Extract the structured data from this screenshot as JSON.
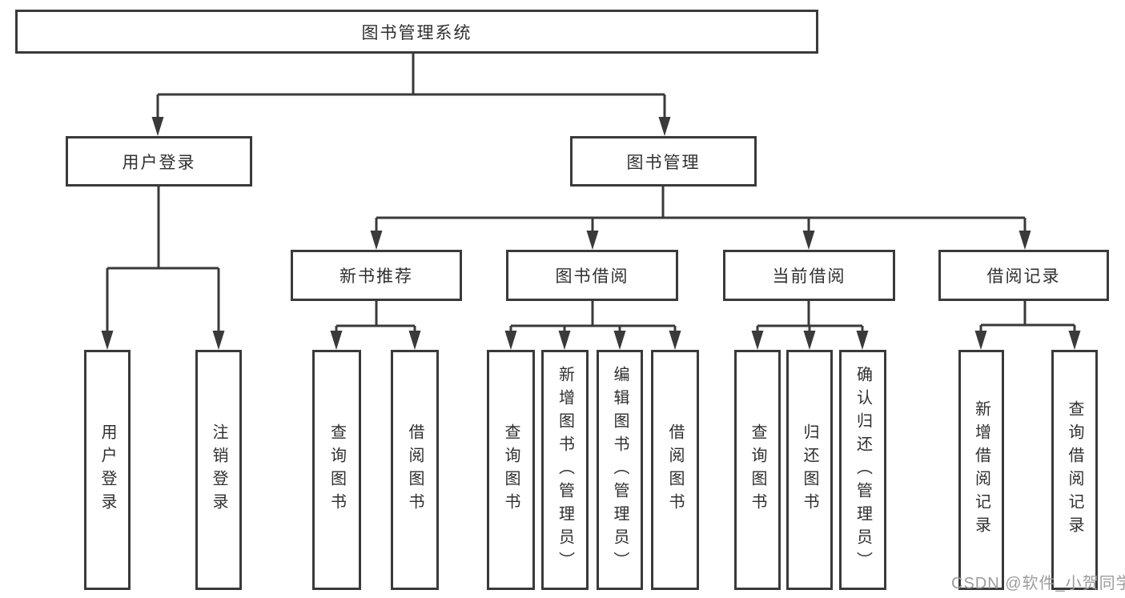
{
  "colors": {
    "line": "#3a3a3a",
    "box_border": "#3a3a3a",
    "text": "#2f2f2f",
    "watermark": "#9c9c9c",
    "background": "#ffffff"
  },
  "tree": {
    "root": {
      "label": "图书管理系统"
    },
    "branches": [
      {
        "label": "用户登录",
        "leaves": [
          {
            "label": "用户登录"
          },
          {
            "label": "注销登录"
          }
        ]
      },
      {
        "label": "图书管理",
        "groups": [
          {
            "label": "新书推荐",
            "leaves": [
              {
                "label": "查询图书"
              },
              {
                "label": "借阅图书"
              }
            ]
          },
          {
            "label": "图书借阅",
            "leaves": [
              {
                "label": "查询图书"
              },
              {
                "label": "新增图书（管理员）"
              },
              {
                "label": "编辑图书（管理员）"
              },
              {
                "label": "借阅图书"
              }
            ]
          },
          {
            "label": "当前借阅",
            "leaves": [
              {
                "label": "查询图书"
              },
              {
                "label": "归还图书"
              },
              {
                "label": "确认归还（管理员）"
              }
            ]
          },
          {
            "label": "借阅记录",
            "leaves": [
              {
                "label": "新增借阅记录"
              },
              {
                "label": "查询借阅记录"
              }
            ]
          }
        ]
      }
    ]
  },
  "watermark": {
    "text": "CSDN @软件_小贺同学"
  }
}
